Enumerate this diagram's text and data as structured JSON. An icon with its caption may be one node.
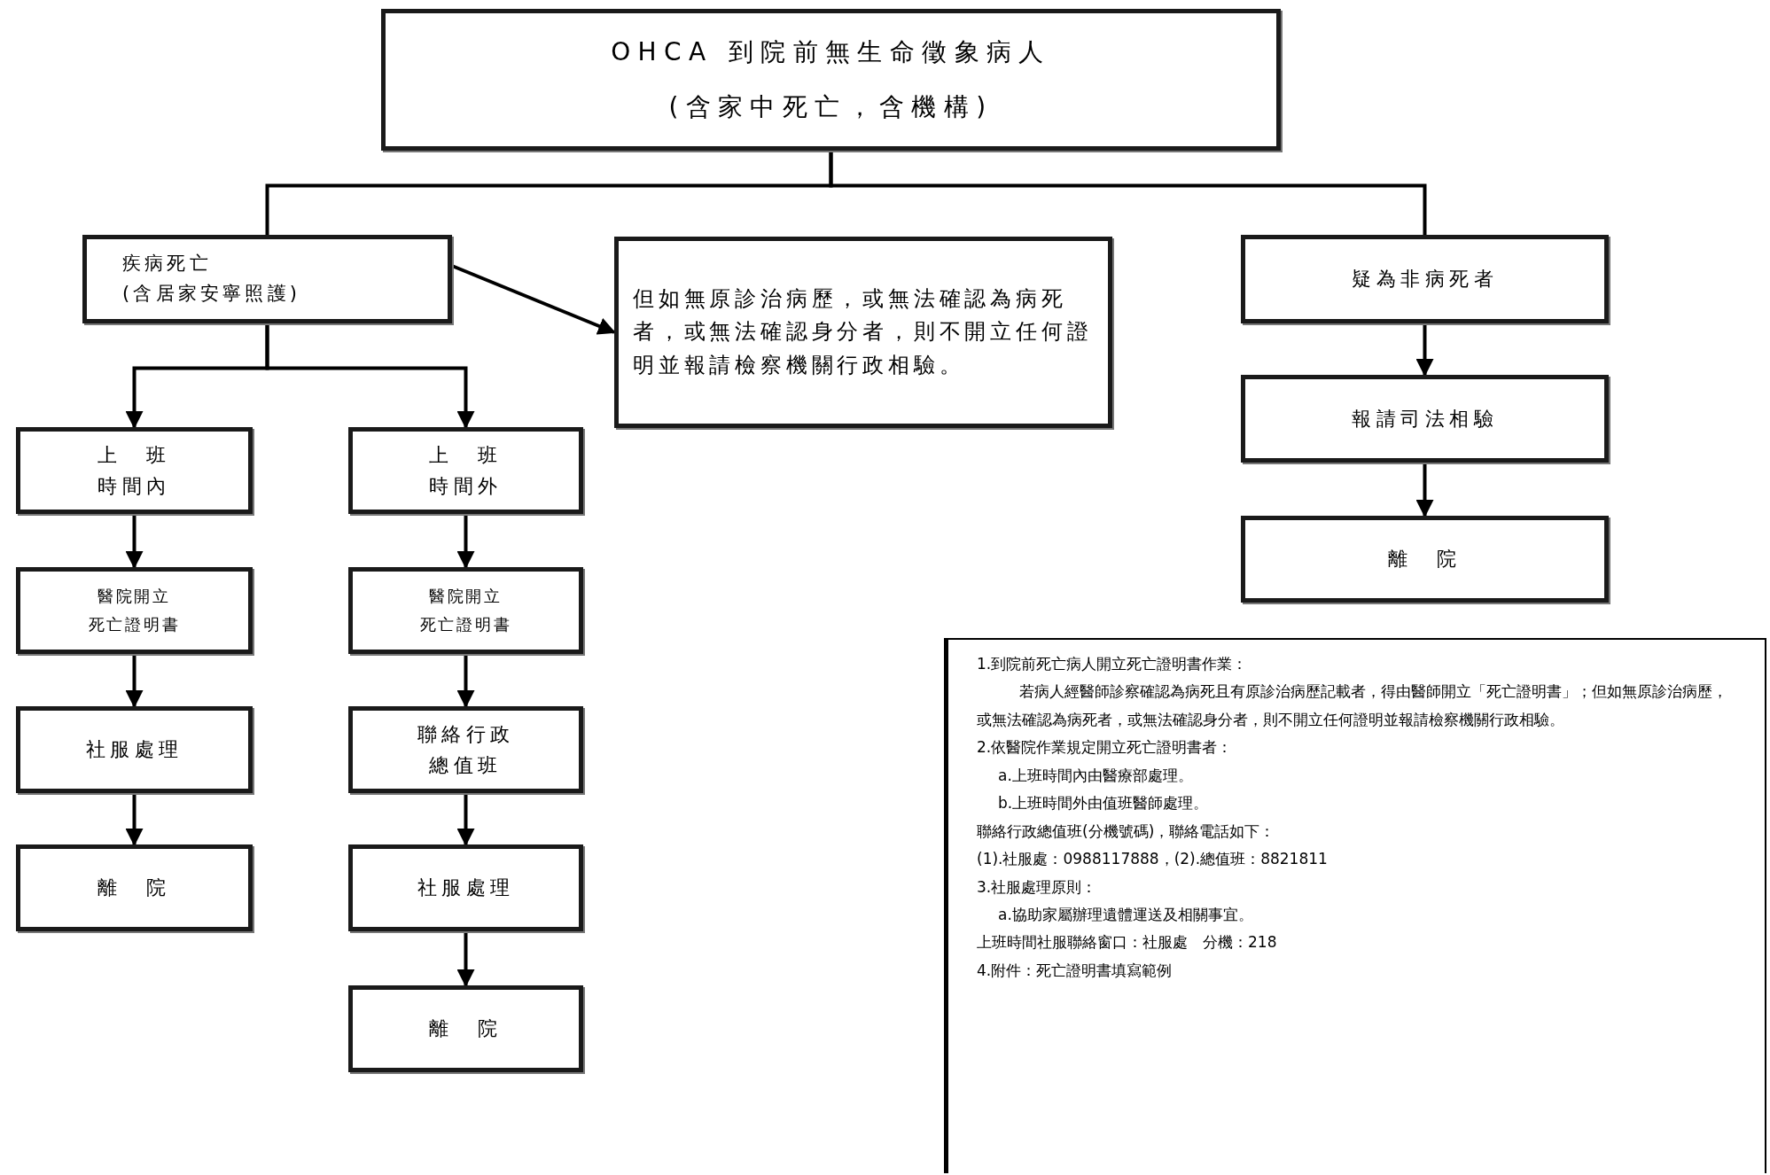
{
  "diagram": {
    "nodes": [
      {
        "text": [
          "OHCA 到院前無生命徵象病人",
          "(含家中死亡，含機構)"
        ]
      },
      {
        "text": [
          "疾病死亡",
          "(含居家安寧照護)"
        ]
      },
      {
        "text": [
          "但如無原診治病歷，或無法確認為病死者，或無法確認身分者，則不開立任何證明並報請檢察機關行政相驗。"
        ]
      },
      {
        "text": [
          "疑為非病死者"
        ]
      },
      {
        "text": [
          "上　班",
          "時間內"
        ]
      },
      {
        "text": [
          "上　班",
          "時間外"
        ]
      },
      {
        "text": [
          "醫院開立",
          "死亡證明書"
        ]
      },
      {
        "text": [
          "醫院開立",
          "死亡證明書"
        ]
      },
      {
        "text": [
          "社服處理"
        ]
      },
      {
        "text": [
          "聯絡行政",
          "總值班"
        ]
      },
      {
        "text": [
          "離　院"
        ]
      },
      {
        "text": [
          "社服處理"
        ]
      },
      {
        "text": [
          "離　院"
        ]
      },
      {
        "text": [
          "報請司法相驗"
        ]
      },
      {
        "text": [
          "離　院"
        ]
      },
      {
        "text": [
          "1.到院前死亡病人開立死亡證明書作業：",
          "若病人經醫師診察確認為病死且有原診治病歷記載者，得由醫師開立「死亡證明書」；但如無原診治病歷，或無法確認為病死者，或無法確認身分者，則不開立任何證明並報請檢察機關行政相驗。",
          "2.依醫院作業規定開立死亡證明書者：",
          "a.上班時間內由醫療部處理。",
          "b.上班時間外由值班醫師處理。",
          "聯絡行政總值班(分機號碼)，聯絡電話如下：",
          "(1).社服處：0988117888，(2).總值班：8821811",
          "3.社服處理原則：",
          "a.協助家屬辦理遺體運送及相關事宜。",
          "上班時間社服聯絡窗口：社服處　分機：218",
          "4.附件：死亡證明書填寫範例"
        ]
      }
    ],
    "edges": [
      {
        "from": 0,
        "to": 1,
        "arrow": "none"
      },
      {
        "from": 0,
        "to": 3,
        "arrow": "none"
      },
      {
        "from": 1,
        "to": 2,
        "arrow": "to"
      },
      {
        "from": 1,
        "to": 4,
        "arrow": "to"
      },
      {
        "from": 1,
        "to": 5,
        "arrow": "to"
      },
      {
        "from": 4,
        "to": 6,
        "arrow": "to"
      },
      {
        "from": 6,
        "to": 8,
        "arrow": "to"
      },
      {
        "from": 8,
        "to": 10,
        "arrow": "to"
      },
      {
        "from": 5,
        "to": 7,
        "arrow": "to"
      },
      {
        "from": 7,
        "to": 9,
        "arrow": "to"
      },
      {
        "from": 9,
        "to": 11,
        "arrow": "to"
      },
      {
        "from": 11,
        "to": 12,
        "arrow": "to"
      },
      {
        "from": 3,
        "to": 13,
        "arrow": "to"
      },
      {
        "from": 13,
        "to": 14,
        "arrow": "to"
      }
    ]
  }
}
